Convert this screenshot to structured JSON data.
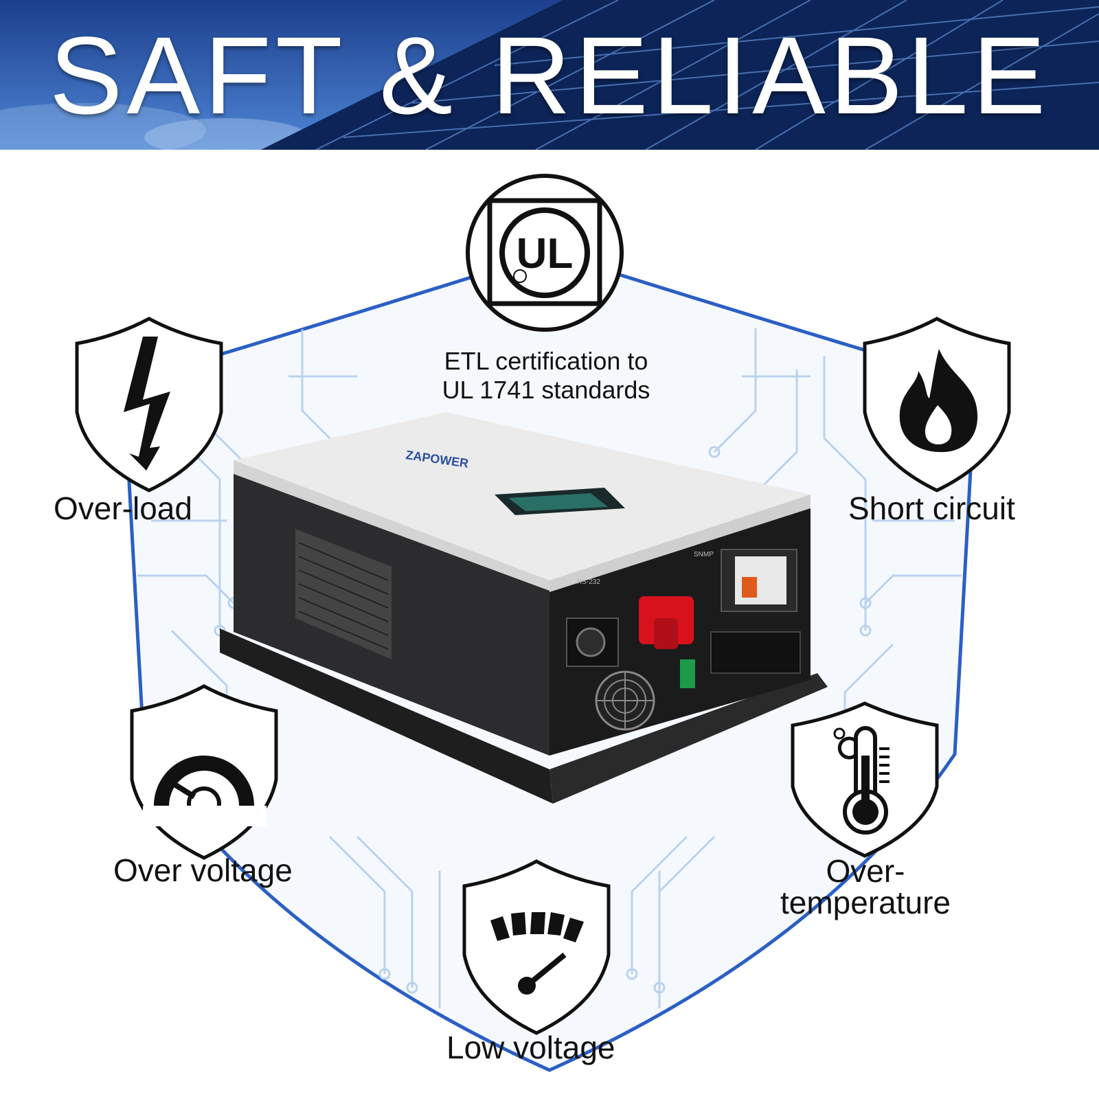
{
  "banner": {
    "title": "SAFT & RELIABLE"
  },
  "certification": {
    "logo": "UL",
    "text_line1": "ETL certification to",
    "text_line2": "UL 1741 standards"
  },
  "product": {
    "brand": "ZAPOWER",
    "port_label": "RS-232",
    "snmp_label": "SNMP"
  },
  "features": [
    {
      "label": "Over-load",
      "icon": "lightning-bolt-icon"
    },
    {
      "label": "Short circuit",
      "icon": "flame-icon"
    },
    {
      "label": "Over voltage",
      "icon": "speedometer-icon"
    },
    {
      "label": "Over-",
      "label2": "temperature",
      "icon": "thermometer-icon"
    },
    {
      "label": "Low voltage",
      "icon": "low-gauge-icon"
    }
  ],
  "colors": {
    "banner_blue": "#1a4aa0",
    "shield_outline": "#2b5fc4",
    "circuit": "#b9d2ee",
    "icon_black": "#111111"
  }
}
